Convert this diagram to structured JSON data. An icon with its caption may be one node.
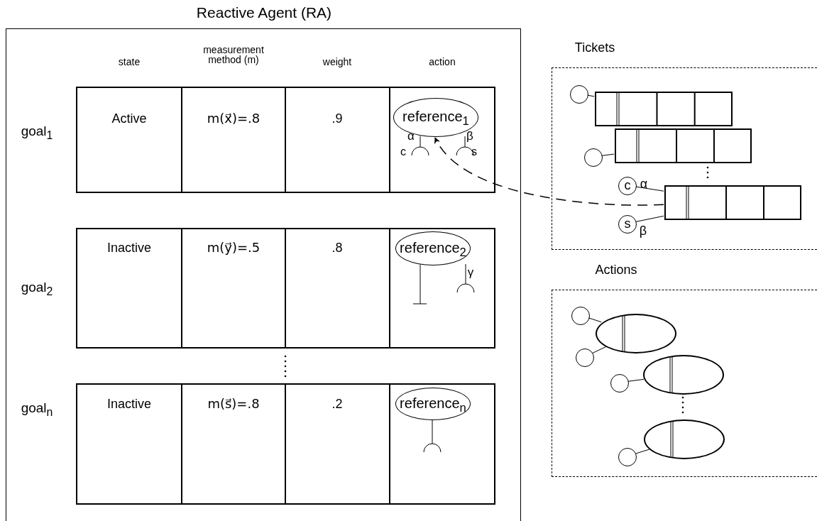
{
  "diagram": {
    "nodes": [
      {
        "text": [
          "Reactive Agent (RA)"
        ]
      },
      {
        "text": [
          "reference$_{1}$"
        ],
        "in": 0
      },
      {
        "text": [
          "reference$_{2}$"
        ],
        "in": 0
      },
      {
        "text": [
          "reference$_{n}$"
        ],
        "in": 0
      },
      {
        "text": [
          "Tickets"
        ]
      },
      {
        "text": [],
        "shape": "circle",
        "in": 4
      },
      {
        "text": [],
        "shape": "box",
        "in": 4
      },
      {
        "text": [],
        "shape": "circle",
        "in": 4
      },
      {
        "text": [],
        "shape": "box",
        "in": 4
      },
      {
        "text": [
          "c"
        ],
        "in": 4
      },
      {
        "text": [],
        "shape": "box",
        "in": 4
      },
      {
        "text": [
          "s"
        ],
        "in": 4
      },
      {
        "text": [
          "Actions"
        ]
      },
      {
        "text": [],
        "shape": "circle",
        "in": 12
      },
      {
        "text": [],
        "shape": "ellipse",
        "in": 12
      },
      {
        "text": [],
        "shape": "circle",
        "in": 12
      },
      {
        "text": [],
        "shape": "circle",
        "in": 12
      },
      {
        "text": [],
        "shape": "ellipse",
        "in": 12
      },
      {
        "text": [],
        "shape": "circle",
        "in": 12
      },
      {
        "text": [],
        "shape": "ellipse",
        "in": 12
      }
    ],
    "edges": [
      {
        "from": 5,
        "to": 6,
        "arrow": "none"
      },
      {
        "from": 7,
        "to": 8,
        "arrow": "none"
      },
      {
        "from": 9,
        "to": 10,
        "arrow": "none"
      },
      {
        "from": 11,
        "to": 10,
        "arrow": "none"
      },
      {
        "from": 13,
        "to": 14,
        "arrow": "none"
      },
      {
        "from": 15,
        "to": 14,
        "arrow": "none"
      },
      {
        "from": 16,
        "to": 17,
        "arrow": "none"
      },
      {
        "from": 18,
        "to": 19,
        "arrow": "none"
      },
      {
        "from": 10,
        "to": 1,
        "arrow": "to",
        "style": "dashed"
      }
    ],
    "labels": [
      "state",
      "measurement method (m)",
      "weight",
      "action",
      "goal$_{1}$",
      "Active",
      "m(x⃗)=.8",
      ".9",
      "α",
      "β",
      "c",
      "s",
      "goal$_{2}$",
      "Inactive",
      "m(y⃗)=.5",
      ".8",
      "γ",
      "goal$_{n}$",
      "Inactive",
      "m(s⃗)=.8",
      ".2",
      "α",
      "β"
    ]
  }
}
